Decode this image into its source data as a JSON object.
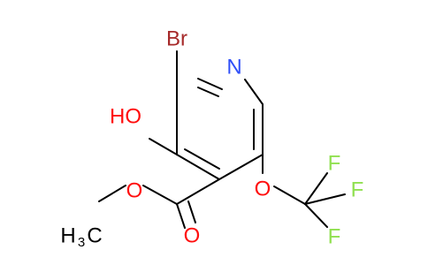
{
  "colors": {
    "carbon": "#000000",
    "oxygen": "#ff0d0d",
    "nitrogen": "#3050f8",
    "bromine": "#a62929",
    "fluorine": "#90e050",
    "bond": "#000000"
  },
  "atoms": {
    "br": "Br",
    "n": "N",
    "ho": "HO",
    "o_carbonyl": "O",
    "o_ester": "O",
    "o_ether": "O",
    "f1": "F",
    "f2": "F",
    "f3": "F",
    "methyl_h": "H",
    "methyl_sub": "3",
    "methyl_c": "C"
  }
}
